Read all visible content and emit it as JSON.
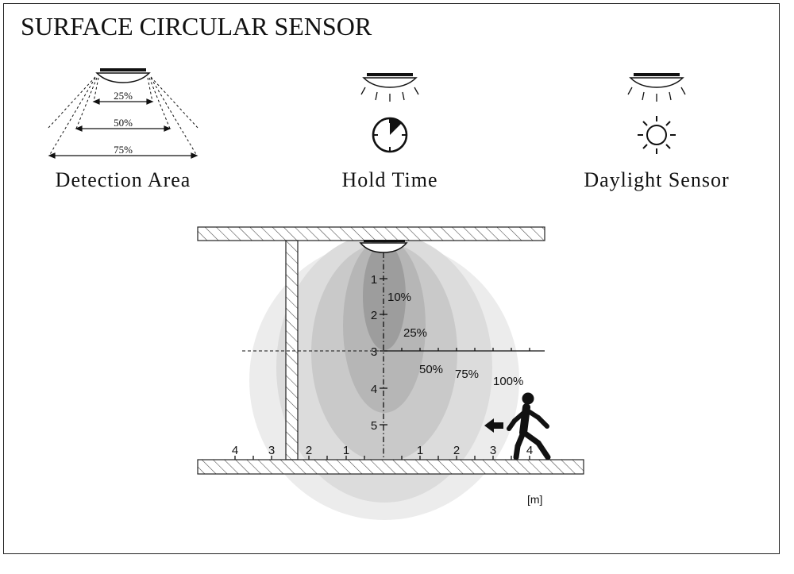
{
  "title": "SURFACE CIRCULAR SENSOR",
  "features": [
    {
      "label": "Detection Area",
      "icon": "detection-area-icon",
      "ranges": [
        "25%",
        "50%",
        "75%"
      ]
    },
    {
      "label": "Hold Time",
      "icon": "clock-icon"
    },
    {
      "label": "Daylight Sensor",
      "icon": "sun-icon"
    }
  ],
  "diagram": {
    "vertical_ticks": [
      "1",
      "2",
      "3",
      "4",
      "5"
    ],
    "floor_ticks_left": [
      "4",
      "3",
      "2",
      "1"
    ],
    "floor_ticks_right": [
      "1",
      "2",
      "3",
      "4"
    ],
    "zone_labels": [
      "10%",
      "25%",
      "50%",
      "75%",
      "100%"
    ],
    "unit": "[m]",
    "zone_colors": [
      "#ececec",
      "#dcdcdc",
      "#c9c9c9",
      "#b6b6b6",
      "#9d9d9d"
    ]
  }
}
